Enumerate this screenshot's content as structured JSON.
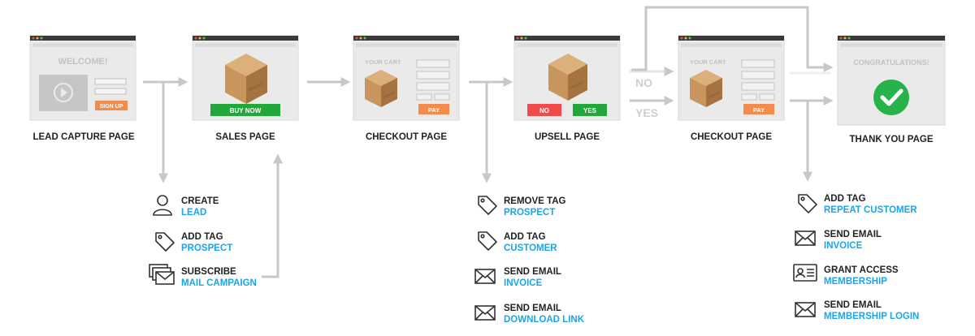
{
  "colors": {
    "arrow": "#c8c8c8",
    "frame_bg": "#eaeaea",
    "frame_border": "#d8d8d8",
    "titlebar": "#3a3a3a",
    "dot_red": "#e8543f",
    "dot_yellow": "#f3b632",
    "dot_green": "#5ec24e",
    "box": "#c8955c",
    "box_dark": "#a5733f",
    "box_light": "#dcb07a",
    "buy_green": "#22a83a",
    "pay_orange": "#f38b4a",
    "no_red": "#ef4b4b",
    "check_green": "#27b24a",
    "label": "#222222",
    "accent_blue": "#1aa6e8",
    "ghost_label": "#cfcfcf"
  },
  "pages": {
    "lead_capture": {
      "label": "LEAD CAPTURE PAGE",
      "heading": "WELCOME!",
      "button": "SIGN UP",
      "icon": "play-video-icon"
    },
    "sales": {
      "label": "SALES PAGE",
      "button": "BUY NOW",
      "box_text": "FRAGILE"
    },
    "checkout_1": {
      "label": "CHECKOUT PAGE",
      "heading": "YOUR CART",
      "button": "PAY",
      "box_text": "FRAGILE"
    },
    "upsell": {
      "label": "UPSELL PAGE",
      "no_button": "NO",
      "yes_button": "YES",
      "box_text": "FRAGILE"
    },
    "checkout_2": {
      "label": "CHECKOUT PAGE",
      "heading": "YOUR CART",
      "button": "PAY",
      "box_text": "FRAGILE"
    },
    "thank_you": {
      "label": "THANK YOU PAGE",
      "heading": "CONGRATULATIONS!",
      "icon": "check-circle-icon"
    }
  },
  "branch_labels": {
    "no": "NO",
    "yes": "YES"
  },
  "actions": {
    "sales": [
      {
        "icon": "user-icon",
        "title": "CREATE",
        "value": "LEAD"
      },
      {
        "icon": "tag-icon",
        "title": "ADD TAG",
        "value": "PROSPECT"
      },
      {
        "icon": "mail-stack-icon",
        "title": "SUBSCRIBE",
        "value": "MAIL CAMPAIGN"
      }
    ],
    "checkout": [
      {
        "icon": "tag-icon",
        "title": "REMOVE TAG",
        "value": "PROSPECT"
      },
      {
        "icon": "tag-icon",
        "title": "ADD TAG",
        "value": "CUSTOMER"
      },
      {
        "icon": "envelope-icon",
        "title": "SEND EMAIL",
        "value": "INVOICE"
      },
      {
        "icon": "envelope-icon",
        "title": "SEND EMAIL",
        "value": "DOWNLOAD LINK"
      }
    ],
    "thank_you": [
      {
        "icon": "tag-icon",
        "title": "ADD TAG",
        "value": "REPEAT CUSTOMER"
      },
      {
        "icon": "envelope-icon",
        "title": "SEND EMAIL",
        "value": "INVOICE"
      },
      {
        "icon": "id-card-icon",
        "title": "GRANT ACCESS",
        "value": "MEMBERSHIP"
      },
      {
        "icon": "envelope-icon",
        "title": "SEND EMAIL",
        "value": "MEMBERSHIP LOGIN"
      }
    ]
  }
}
